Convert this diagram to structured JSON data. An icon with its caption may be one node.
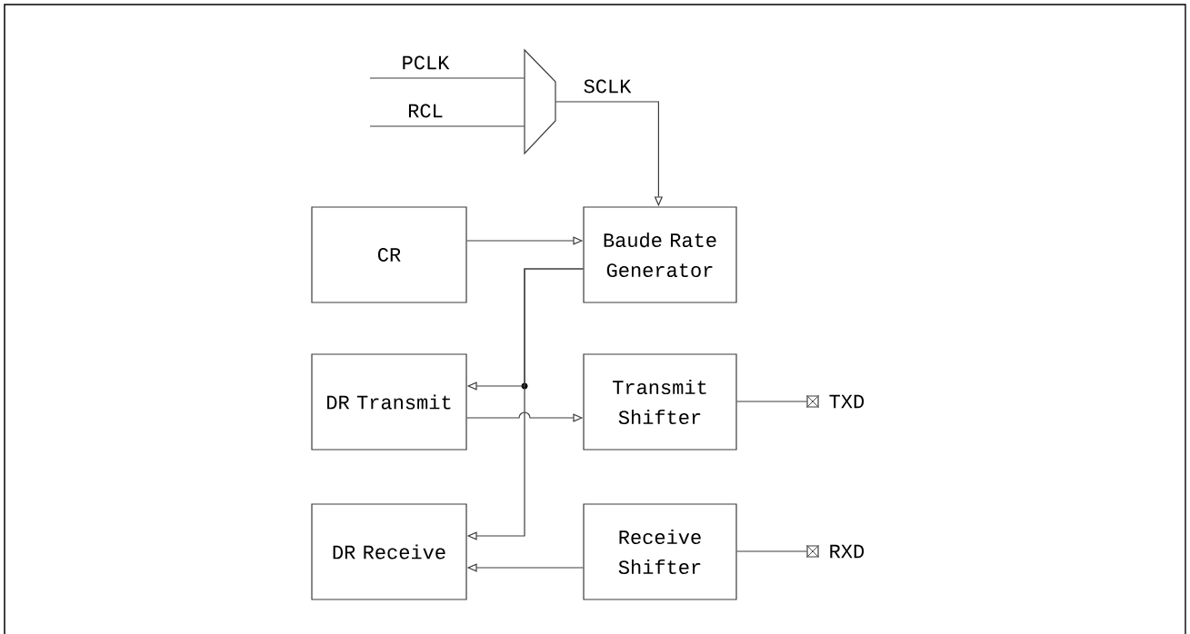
{
  "diagram": {
    "nodes": [
      {
        "text": [],
        "shape": "trapezoid"
      },
      {
        "text": [
          "CR"
        ]
      },
      {
        "text": [
          "Baude Rate Generator"
        ]
      },
      {
        "text": [
          "DR Transmit"
        ]
      },
      {
        "text": [
          "Transmit Shifter"
        ]
      },
      {
        "text": [],
        "shape": "box",
        "beside": [
          "TXD"
        ]
      },
      {
        "text": [
          "DR Receive"
        ]
      },
      {
        "text": [
          "Receive Shifter"
        ]
      },
      {
        "text": [],
        "shape": "box",
        "beside": [
          "RXD"
        ]
      }
    ],
    "edges": [
      {
        "from": null,
        "to": 0,
        "arrow": "none",
        "label": "PCLK"
      },
      {
        "from": null,
        "to": 0,
        "arrow": "none",
        "label": "RCL"
      },
      {
        "from": 0,
        "to": 2,
        "arrow": "to",
        "label": "SCLK"
      },
      {
        "from": 1,
        "to": 2,
        "arrow": "to"
      },
      {
        "from": 2,
        "to": 3,
        "arrow": "to"
      },
      {
        "from": 2,
        "to": 6,
        "arrow": "to"
      },
      {
        "from": 3,
        "to": 4,
        "arrow": "to"
      },
      {
        "from": 4,
        "to": 5,
        "arrow": "none"
      },
      {
        "from": 7,
        "to": 6,
        "arrow": "to"
      },
      {
        "from": 7,
        "to": 8,
        "arrow": "none"
      }
    ]
  }
}
